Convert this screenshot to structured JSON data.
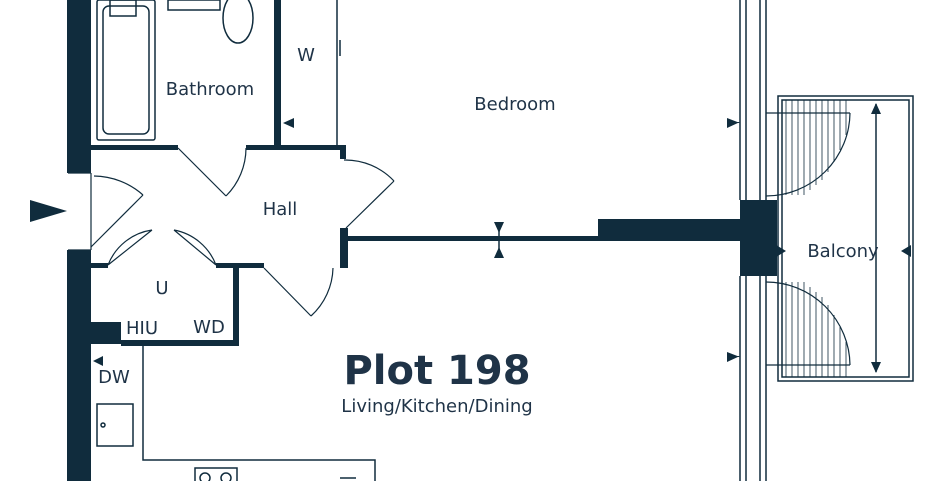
{
  "plan": {
    "rooms": {
      "bathroom": "Bathroom",
      "bedroom": "Bedroom",
      "wardrobe": "W",
      "hall": "Hall",
      "utility": "U",
      "hiu": "HIU",
      "washer_dryer": "WD",
      "dishwasher": "DW",
      "balcony": "Balcony"
    },
    "plot_title": "Plot 198",
    "plot_subtitle": "Living/Kitchen/Dining",
    "colors": {
      "wall": "#102c3d",
      "text": "#1f3347",
      "background": "#ffffff"
    }
  }
}
